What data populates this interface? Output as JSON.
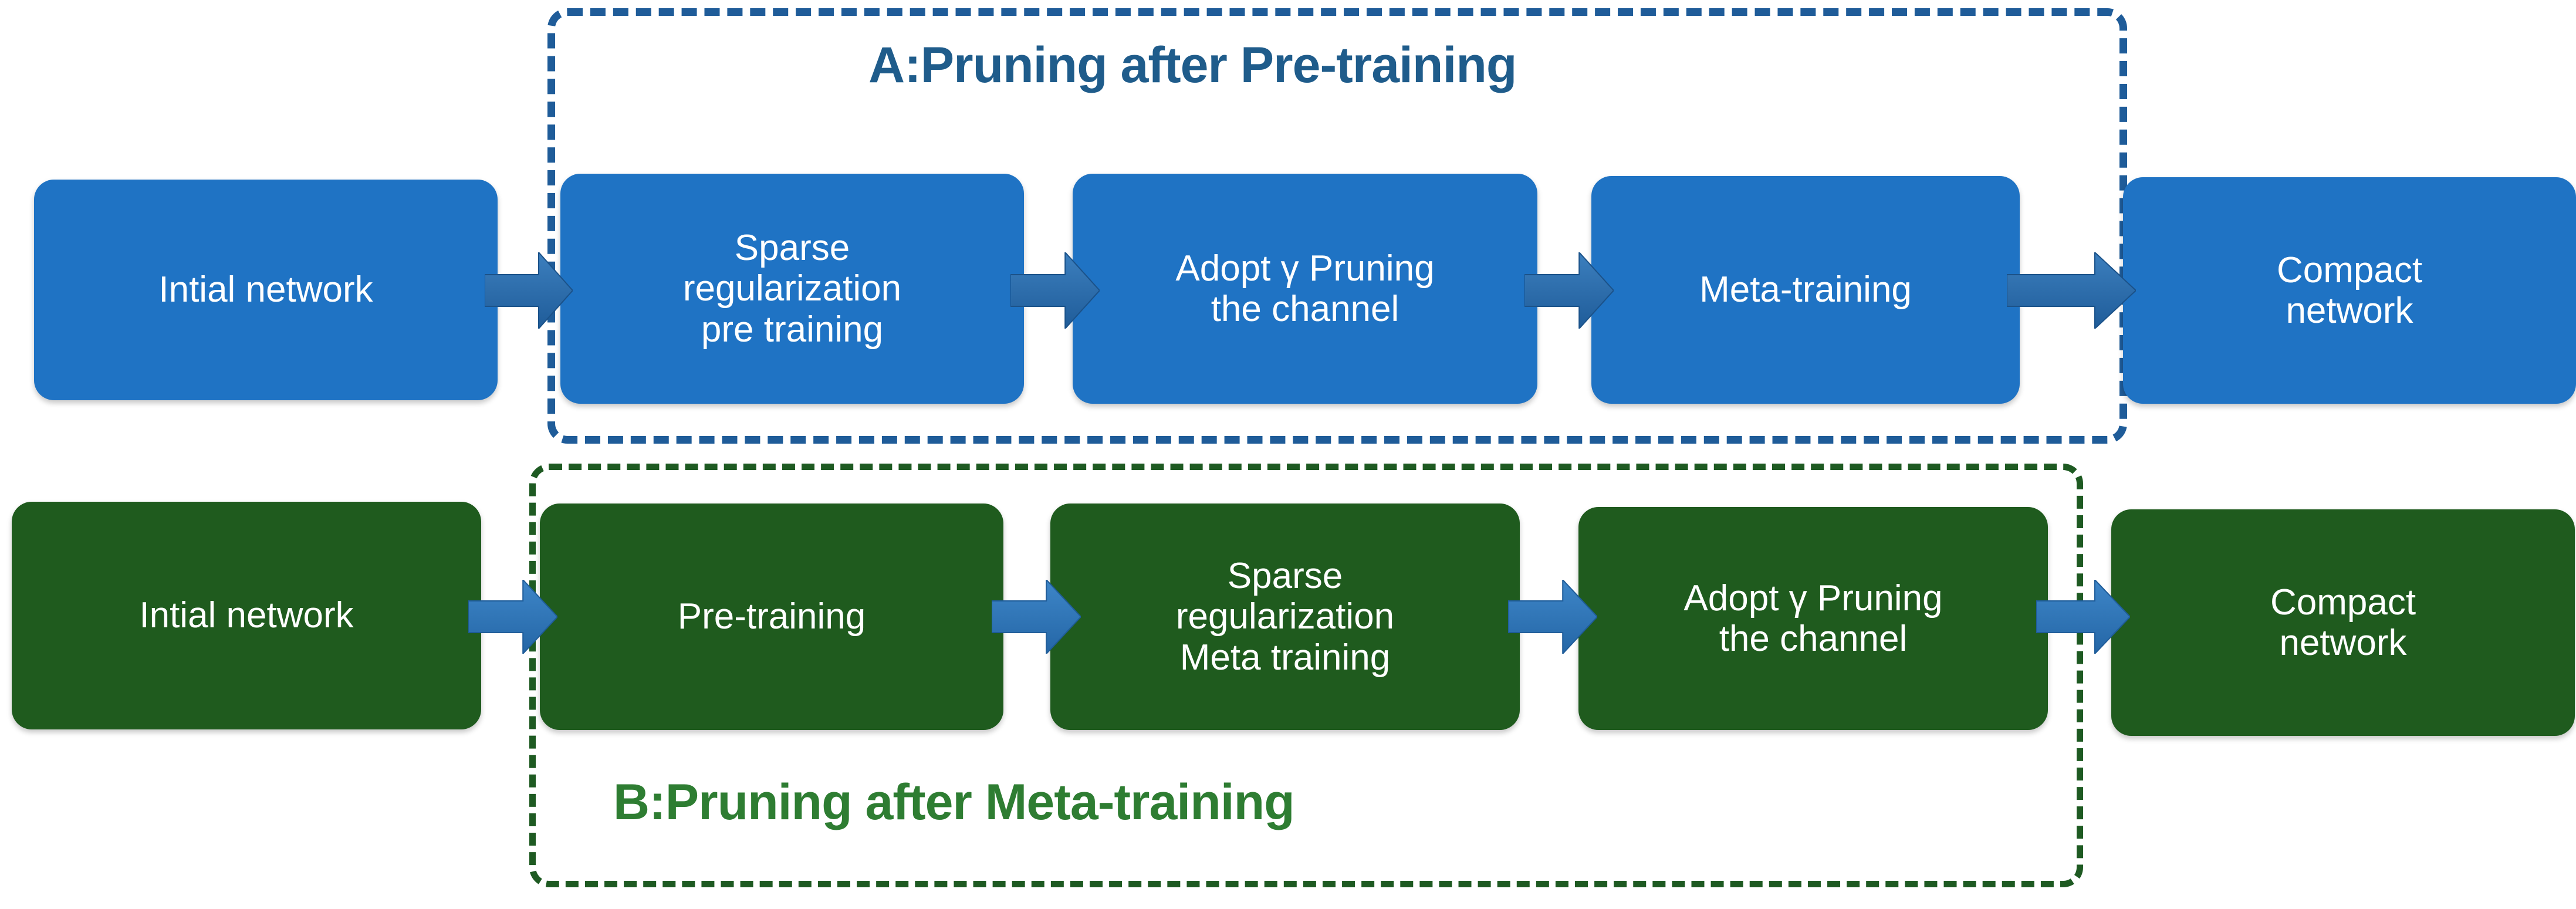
{
  "diagram": {
    "title_a": "A:Pruning after Pre-training",
    "title_b": "B:Pruning after Meta-training",
    "colors": {
      "blue_node": "#1F73C4",
      "green_node": "#1F5B1E",
      "blue_frame": "#1F5C99",
      "green_frame": "#1E5A22",
      "blue_title": "#1F5C8B",
      "green_title": "#2E7D32",
      "arrow_blue_a": "#2B6CA8",
      "arrow_blue_b": "#2E75B6",
      "node_text": "#FFFFFF",
      "background": "#FFFFFF"
    },
    "pipeline_a": {
      "label": "A:Pruning after Pre-training",
      "nodes": [
        {
          "id": "a1",
          "line1": "Intial network",
          "line2": "",
          "line3": ""
        },
        {
          "id": "a2",
          "line1": "Sparse",
          "line2": "regularization",
          "line3": "pre training"
        },
        {
          "id": "a3",
          "line1": "Adopt γ Pruning",
          "line2": "the channel",
          "line3": ""
        },
        {
          "id": "a4",
          "line1": "Meta-training",
          "line2": "",
          "line3": ""
        },
        {
          "id": "a5",
          "line1": "Compact",
          "line2": "network",
          "line3": ""
        }
      ],
      "arrows": [
        "a-arrow-1",
        "a-arrow-2",
        "a-arrow-3",
        "a-arrow-4"
      ]
    },
    "pipeline_b": {
      "label": "B:Pruning after Meta-training",
      "nodes": [
        {
          "id": "b1",
          "line1": "Intial network",
          "line2": "",
          "line3": ""
        },
        {
          "id": "b2",
          "line1": "Pre-training",
          "line2": "",
          "line3": ""
        },
        {
          "id": "b3",
          "line1": "Sparse",
          "line2": "regularization",
          "line3": "Meta training"
        },
        {
          "id": "b4",
          "line1": "Adopt γ Pruning",
          "line2": "the channel",
          "line3": ""
        },
        {
          "id": "b5",
          "line1": "Compact",
          "line2": "network",
          "line3": ""
        }
      ],
      "arrows": [
        "b-arrow-1",
        "b-arrow-2",
        "b-arrow-3",
        "b-arrow-4"
      ]
    }
  }
}
